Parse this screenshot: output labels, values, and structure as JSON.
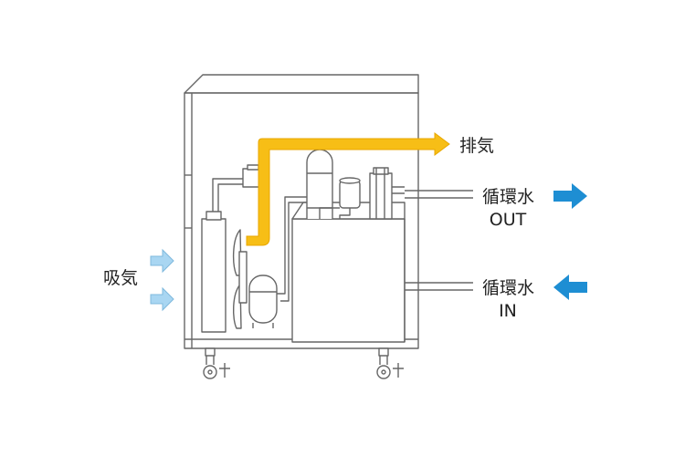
{
  "labels": {
    "intake": "吸気",
    "exhaust": "排気",
    "water_out_line1": "循環水",
    "water_out_line2": "OUT",
    "water_in_line1": "循環水",
    "water_in_line2": "IN"
  },
  "colors": {
    "exhaust_arrow": "#F7BE16",
    "exhaust_arrow_outline": "#E8A700",
    "intake_arrow": "#A9D6F2",
    "intake_arrow_outline": "#7FB9DD",
    "water_arrow": "#1E8ED3",
    "line": "#666666",
    "panel": "#ffffff"
  },
  "icons": {
    "intake": "arrow-right-icon",
    "water_out": "arrow-right-icon",
    "water_in": "arrow-left-icon",
    "exhaust": "arrow-right-icon"
  }
}
